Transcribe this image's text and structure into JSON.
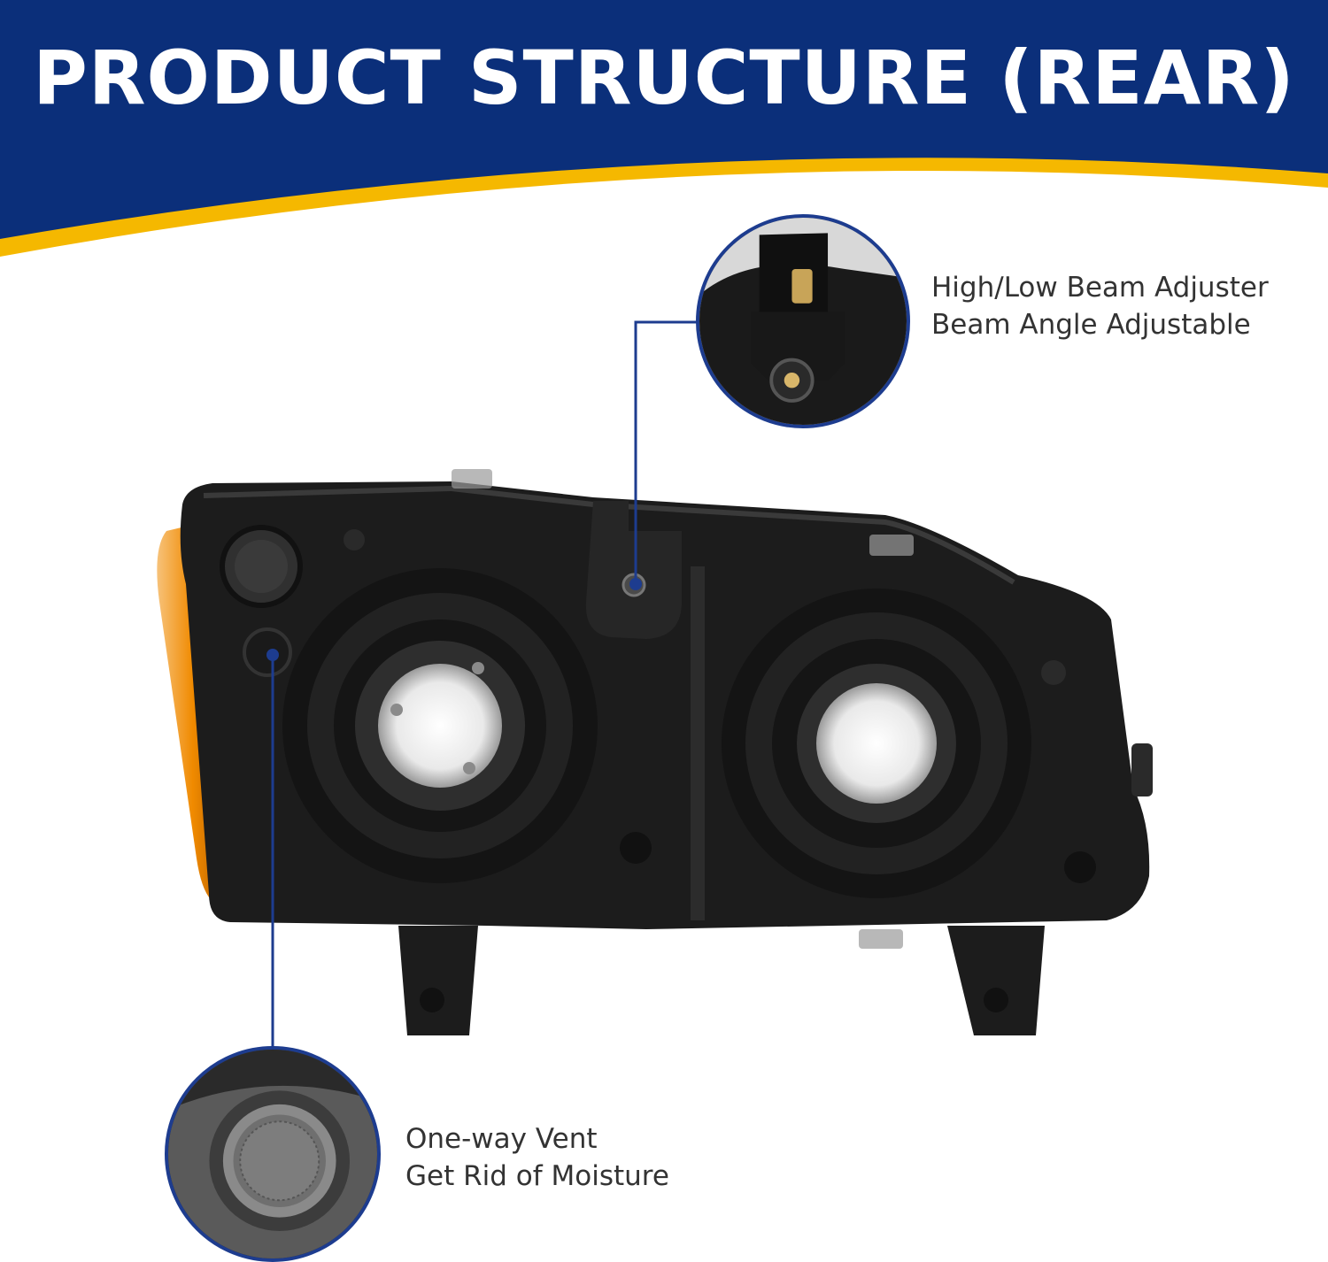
{
  "header": {
    "title": "PRODUCT STRUCTURE (REAR)",
    "background_color": "#0b2f7a",
    "accent_stripe_color": "#f5b800"
  },
  "product": {
    "image_subject": "vehicle headlight assembly, rear housing view",
    "housing_color": "#1c1c1c",
    "side_marker_color": "#f08a00"
  },
  "callouts": [
    {
      "id": "beam-adjuster",
      "line1": "High/Low Beam Adjuster",
      "line2": "Beam Angle Adjustable"
    },
    {
      "id": "vent",
      "line1": "One-way Vent",
      "line2": "Get Rid of Moisture"
    }
  ],
  "callout_color": "#1d3c8f"
}
